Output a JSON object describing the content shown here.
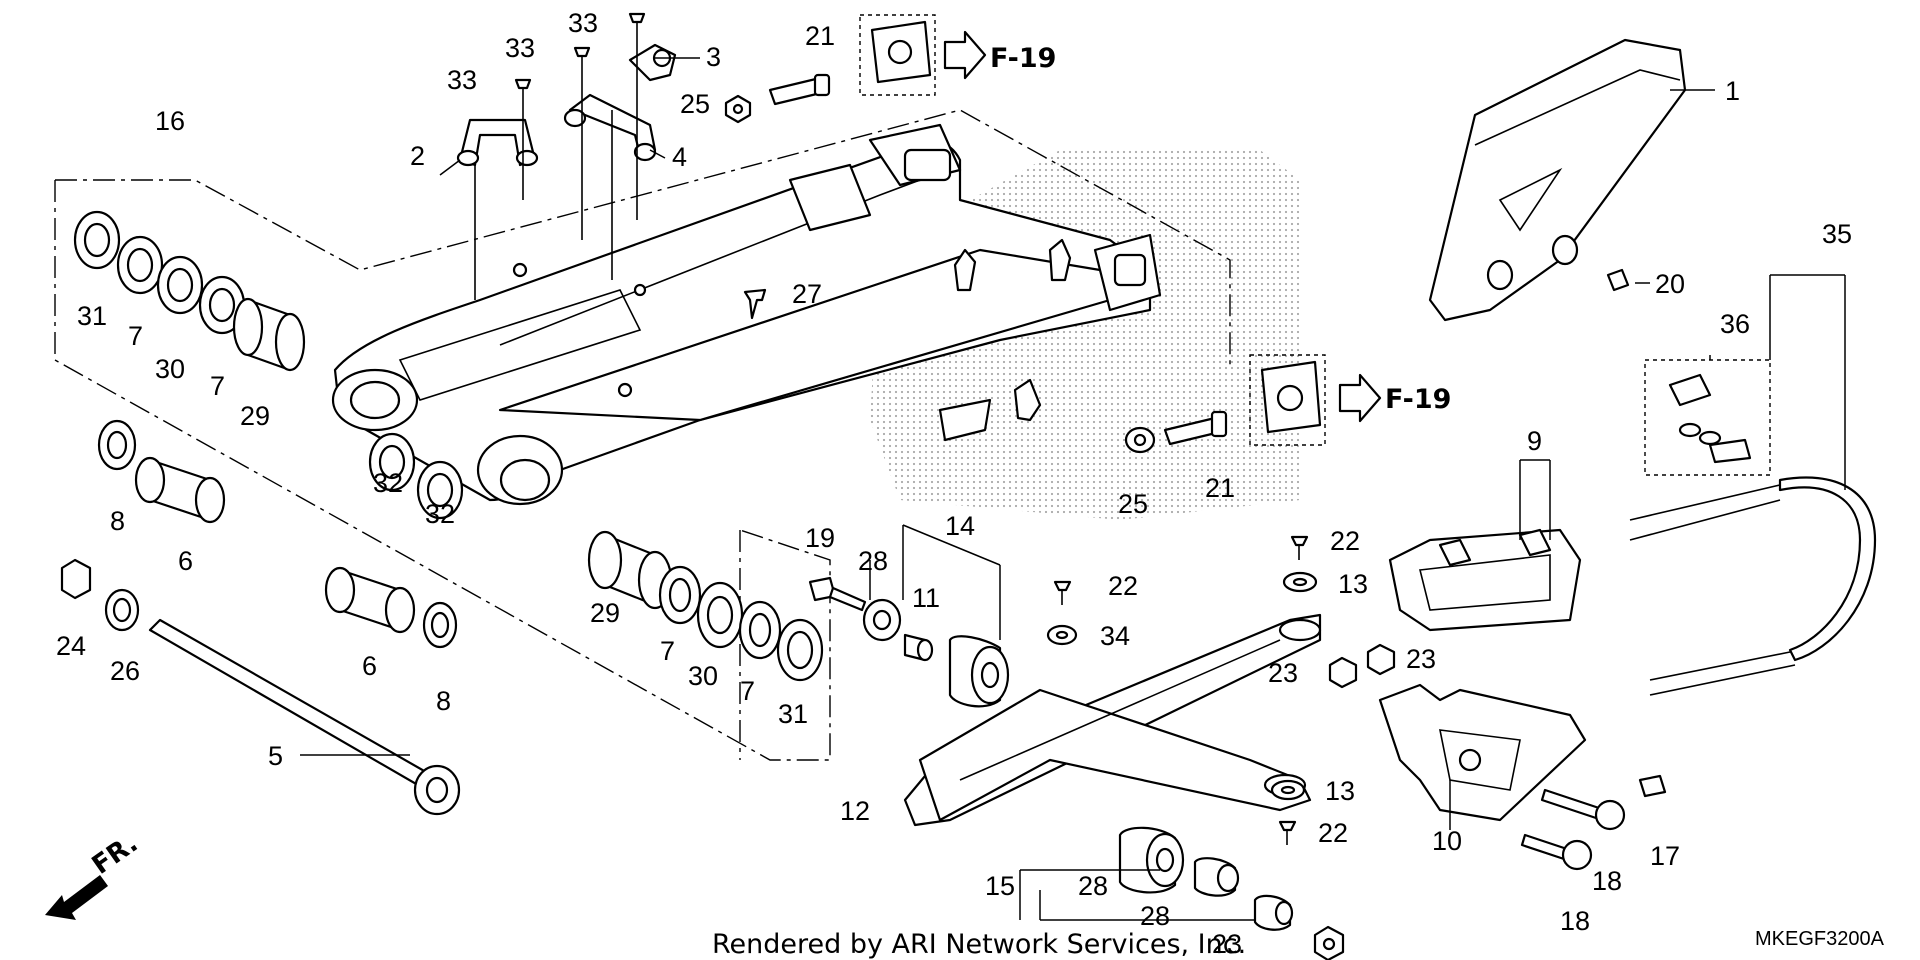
{
  "diagram": {
    "callouts": [
      {
        "id": "c1",
        "text": "1"
      },
      {
        "id": "c2",
        "text": "2"
      },
      {
        "id": "c3",
        "text": "3"
      },
      {
        "id": "c4",
        "text": "4"
      },
      {
        "id": "c5",
        "text": "5"
      },
      {
        "id": "c6a",
        "text": "6"
      },
      {
        "id": "c6b",
        "text": "6"
      },
      {
        "id": "c7a",
        "text": "7"
      },
      {
        "id": "c7b",
        "text": "7"
      },
      {
        "id": "c7c",
        "text": "7"
      },
      {
        "id": "c7d",
        "text": "7"
      },
      {
        "id": "c8a",
        "text": "8"
      },
      {
        "id": "c8b",
        "text": "8"
      },
      {
        "id": "c9",
        "text": "9"
      },
      {
        "id": "c10",
        "text": "10"
      },
      {
        "id": "c11",
        "text": "11"
      },
      {
        "id": "c12",
        "text": "12"
      },
      {
        "id": "c13a",
        "text": "13"
      },
      {
        "id": "c13b",
        "text": "13"
      },
      {
        "id": "c14",
        "text": "14"
      },
      {
        "id": "c15",
        "text": "15"
      },
      {
        "id": "c16",
        "text": "16"
      },
      {
        "id": "c17",
        "text": "17"
      },
      {
        "id": "c18a",
        "text": "18"
      },
      {
        "id": "c18b",
        "text": "18"
      },
      {
        "id": "c19",
        "text": "19"
      },
      {
        "id": "c20",
        "text": "20"
      },
      {
        "id": "c21a",
        "text": "21"
      },
      {
        "id": "c21b",
        "text": "21"
      },
      {
        "id": "c22a",
        "text": "22"
      },
      {
        "id": "c22b",
        "text": "22"
      },
      {
        "id": "c22c",
        "text": "22"
      },
      {
        "id": "c23a",
        "text": "23"
      },
      {
        "id": "c23b",
        "text": "23"
      },
      {
        "id": "c23c",
        "text": "23"
      },
      {
        "id": "c24",
        "text": "24"
      },
      {
        "id": "c25a",
        "text": "25"
      },
      {
        "id": "c25b",
        "text": "25"
      },
      {
        "id": "c26",
        "text": "26"
      },
      {
        "id": "c27",
        "text": "27"
      },
      {
        "id": "c28a",
        "text": "28"
      },
      {
        "id": "c28b",
        "text": "28"
      },
      {
        "id": "c28c",
        "text": "28"
      },
      {
        "id": "c29a",
        "text": "29"
      },
      {
        "id": "c29b",
        "text": "29"
      },
      {
        "id": "c30a",
        "text": "30"
      },
      {
        "id": "c30b",
        "text": "30"
      },
      {
        "id": "c31a",
        "text": "31"
      },
      {
        "id": "c31b",
        "text": "31"
      },
      {
        "id": "c32a",
        "text": "32"
      },
      {
        "id": "c32b",
        "text": "32"
      },
      {
        "id": "c33a",
        "text": "33"
      },
      {
        "id": "c33b",
        "text": "33"
      },
      {
        "id": "c33c",
        "text": "33"
      },
      {
        "id": "c34",
        "text": "34"
      },
      {
        "id": "c35",
        "text": "35"
      },
      {
        "id": "c36",
        "text": "36"
      }
    ],
    "references": [
      {
        "id": "ref-top",
        "text": "F-19"
      },
      {
        "id": "ref-mid",
        "text": "F-19"
      }
    ],
    "direction_label": "FR.",
    "footer": "Rendered by ARI Network Services, Inc.",
    "diagram_code": "MKEGF3200A"
  }
}
